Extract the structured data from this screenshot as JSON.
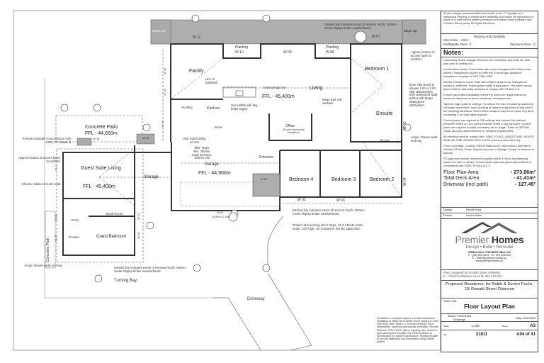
{
  "plan": {
    "labels": {
      "steps_up_left": "Steps Up",
      "steps_up_right": "Steps Up",
      "w11": "W 11",
      "w10": "W 10",
      "w09": "W 09",
      "w08": "W 08",
      "w07": "W 07",
      "planting_1": "Planting",
      "planting_2": "Planting",
      "family": "Family",
      "bulkhead": "Line of bulkhead",
      "scullery": "Scullery",
      "kitchen": "Kitchen",
      "store": "Store",
      "ridge": "Internal ridge line",
      "living": "Living",
      "ffl_living": "FFL - 45,400m",
      "gas_hobbs": "Gas Hobbs with 5kg bottle supply",
      "mega_rad": "Mega Rad with wetback",
      "office": "Office",
      "office_note": "(Provide Mechanical Ventilation)",
      "bedroom1": "Bedroom 1",
      "ensuite": "Ensuite",
      "bath": "Bath",
      "villa_board": "6mm Villa Board to shower 1.0m x 1.0m with selected tiles over waterproof walls & floor with Mapei Mapegaurd WPSystem",
      "acrylic_right": "Acrylic shower walls and tray",
      "hatch_right": "Approx location of access hatch to subfloor",
      "top_dashed": "Dashed line indicates extent of Herman Pacific 200mm Cedar shiplap timber weatherboard",
      "entrance": "Entrance",
      "bedroom4": "Bedroom 4",
      "bedroom3": "Bedroom 3",
      "bedroom2": "Bedroom 2",
      "w01": "W 01",
      "w02": "W 02",
      "w03": "W 03",
      "w04": "W 04",
      "w05": "W 05",
      "mid_dashed": "Dashed line indicates extent of Herman Pacific 200mm Cedar shiplap timber weatherboard",
      "decking": "Timber H3.2 decking and 2 steps, H3.2 140x45 posts, under 1.0m high, not included in this BC application",
      "attic": "Attic Stair/Ceiling Access",
      "mdf": "MDF Steps Min. 280mm tread and Max. 190mm rise",
      "garage": "Garage",
      "ffl_garage": "FFL - 44,900m",
      "g001": "G001",
      "g001_size": "4,600 x 2,200",
      "patio": "Concrete Patio",
      "ffl_patio": "FFL - 44,650m",
      "handrails": "Provide handrails in accordance with NZBC D1 Clause 6",
      "w16": "W 16",
      "w15": "W 15",
      "w14": "W 14",
      "w13": "W 13",
      "w12": "W 12",
      "hatch_left": "Approx location of access hatch to subfloor",
      "guest_living": "Guest Suite Living",
      "ffl_guest": "FFL - 45,400m",
      "electric_hobbs": "Electric Hobbs to Guest Suite",
      "storage": "Storage",
      "bunk": "Bunk Room",
      "guest_bedroom": "Guest Bedroom",
      "entry": "Entry",
      "guest_ensuite": "Ensuite",
      "concrete_path": "Concrete Path",
      "w17": "W 17",
      "w18": "W 18",
      "w19": "W 19",
      "w20": "W 20",
      "w21": "W 21",
      "acrylic_left": "Acrylic shower walls and tray",
      "bottom_dashed": "Dashed line indicates extent of Herman Pacific 200mm Cedar shiplap timber weatherboard",
      "turning_bay": "Turning Bay",
      "driveway": "Driveway",
      "ventilation": "Ventilation to enclosed spaces: Provide mechanical ventilation to Office and Powder Room spaces to meet NZS 4303:1990 Table 2.3. Provide Minimum 25L/s (intermittent, switched) mechanical ventilation. Provide Manrose 'XFLP12S00' (36L/s Capacity) fan, ducted to open atmosphere through roof. Refer to Annex to Specification for system specification. Roofing installer to provide flashing to roof penetration using Dektite system."
    }
  },
  "title_block": {
    "copyright": "All plan design, and associated documents, is the © Copyright and Intellectual Property of rosetta stone arkitektur and cannot be reproduced in whole or in part without written permission of Rosetta Stone Arkitektur and Premier Homes jointly. All Rights Reserved.",
    "bracing_title": "Bracing And Durability",
    "wind_zone": "Wind Zone - HIGH",
    "earthquake_zone": "Earthquake Zone - 3",
    "exposure_zone": "Exposure Zone - C",
    "notes_title": "Notes:",
    "notes": [
      "Cautionary Notes: Always reference the foundation plan with the floor plan prior to setting out.",
      "Construction Notes: Gas Hobbs with vented rangehood to Main house kitchen. Rangehood ducted to soffit line. Ensure gas appliance installation complies to NZS 5261:2003.",
      "Electric Hobbs to Guest Suite with vented range hood. Rangehood ducted to soffit line. Polybutylene water supply pipes. Hot water supply pipes shall be thermally insulated to comply with H1/AS1 5.5.",
      "Ensure gas bottle installation meets the minimum requirements for minimum distances to doors, windows, downpipes etc.",
      "Tapered edge joints in ceilings: To reduce the risk of cracking caused by substrate movement, back-blocking of tapered edge joints is required in the following situations: When timber battens have been used. Any area containing 3 or more tapered joints.",
      "Control joints are required in GIB ceilings that exceed 9m (without perimeter relief) or 12m (with perimeter relief) in any direction. Control joints are required in walls exceeding 6m in length. Refer to GIB Site Guide (and any amendments) for detailed requirements.",
      "All electrical work to comply with: NZBC F7/AS1, AS/NZS 3000, AS/NZS 3008, AS 3786, AS/NZS 5000.2:2006 (and any amendments).",
      "Floor Coverings: Ceramic Tiles to Bathrooms. Impervious Laminate to Kitchen & Entry. Power floated concrete to Garage. Carpet to balance of spaces.",
      "FD-approved smoke detectors required within 3.0m of any sleeping space-hot alert or similar. Smoke alarm type and placement shall be in compliance with NZBC F7/AS1 cl.3.2."
    ],
    "areas": [
      {
        "label": "Floor Plan Area",
        "value": "- 273.86m²"
      },
      {
        "label": "Total Deck Area",
        "value": "- 41.41m²"
      },
      {
        "label": "Driveway (incl path)",
        "value": "- 127.45²"
      }
    ],
    "design_label": "Design",
    "design_value": "Neville King",
    "drawn_label": "Drawn",
    "drawn_value": "Lance Alden",
    "logo": {
      "name_light": "Premier",
      "name_bold": "Homes",
      "tagline": "Design • Build • Remodel",
      "slogan": "WHEN ONLY THE BEST WILL DO",
      "phone": "P - (06) 863 3193",
      "mobile": "M - 021 828 690",
      "email": "E - sales@premierhomes.nz",
      "web": "www.premierhomes.nz"
    },
    "prepared_by": "Plans prepared by Rosetta Stone Arkitektur",
    "prepared_contact": "E - info@rosettastone.co.nz   M. 021 519 044",
    "project": "Proposed Residence, for Ralph & Eunice Fuchs, 1B Oswald Street Gisborne",
    "sheet_title_label": "Sheet Title",
    "sheet_title": "Floor Layout Plan",
    "status": "Status: Preliminary Drawings",
    "date": "Date: 6/11/2018",
    "scale_label": "Scale",
    "scale": "1:100",
    "sheet_label": "Sheet",
    "sheet": "A3",
    "job_label": "Job",
    "job": "21811",
    "page": "A04 of 41"
  }
}
